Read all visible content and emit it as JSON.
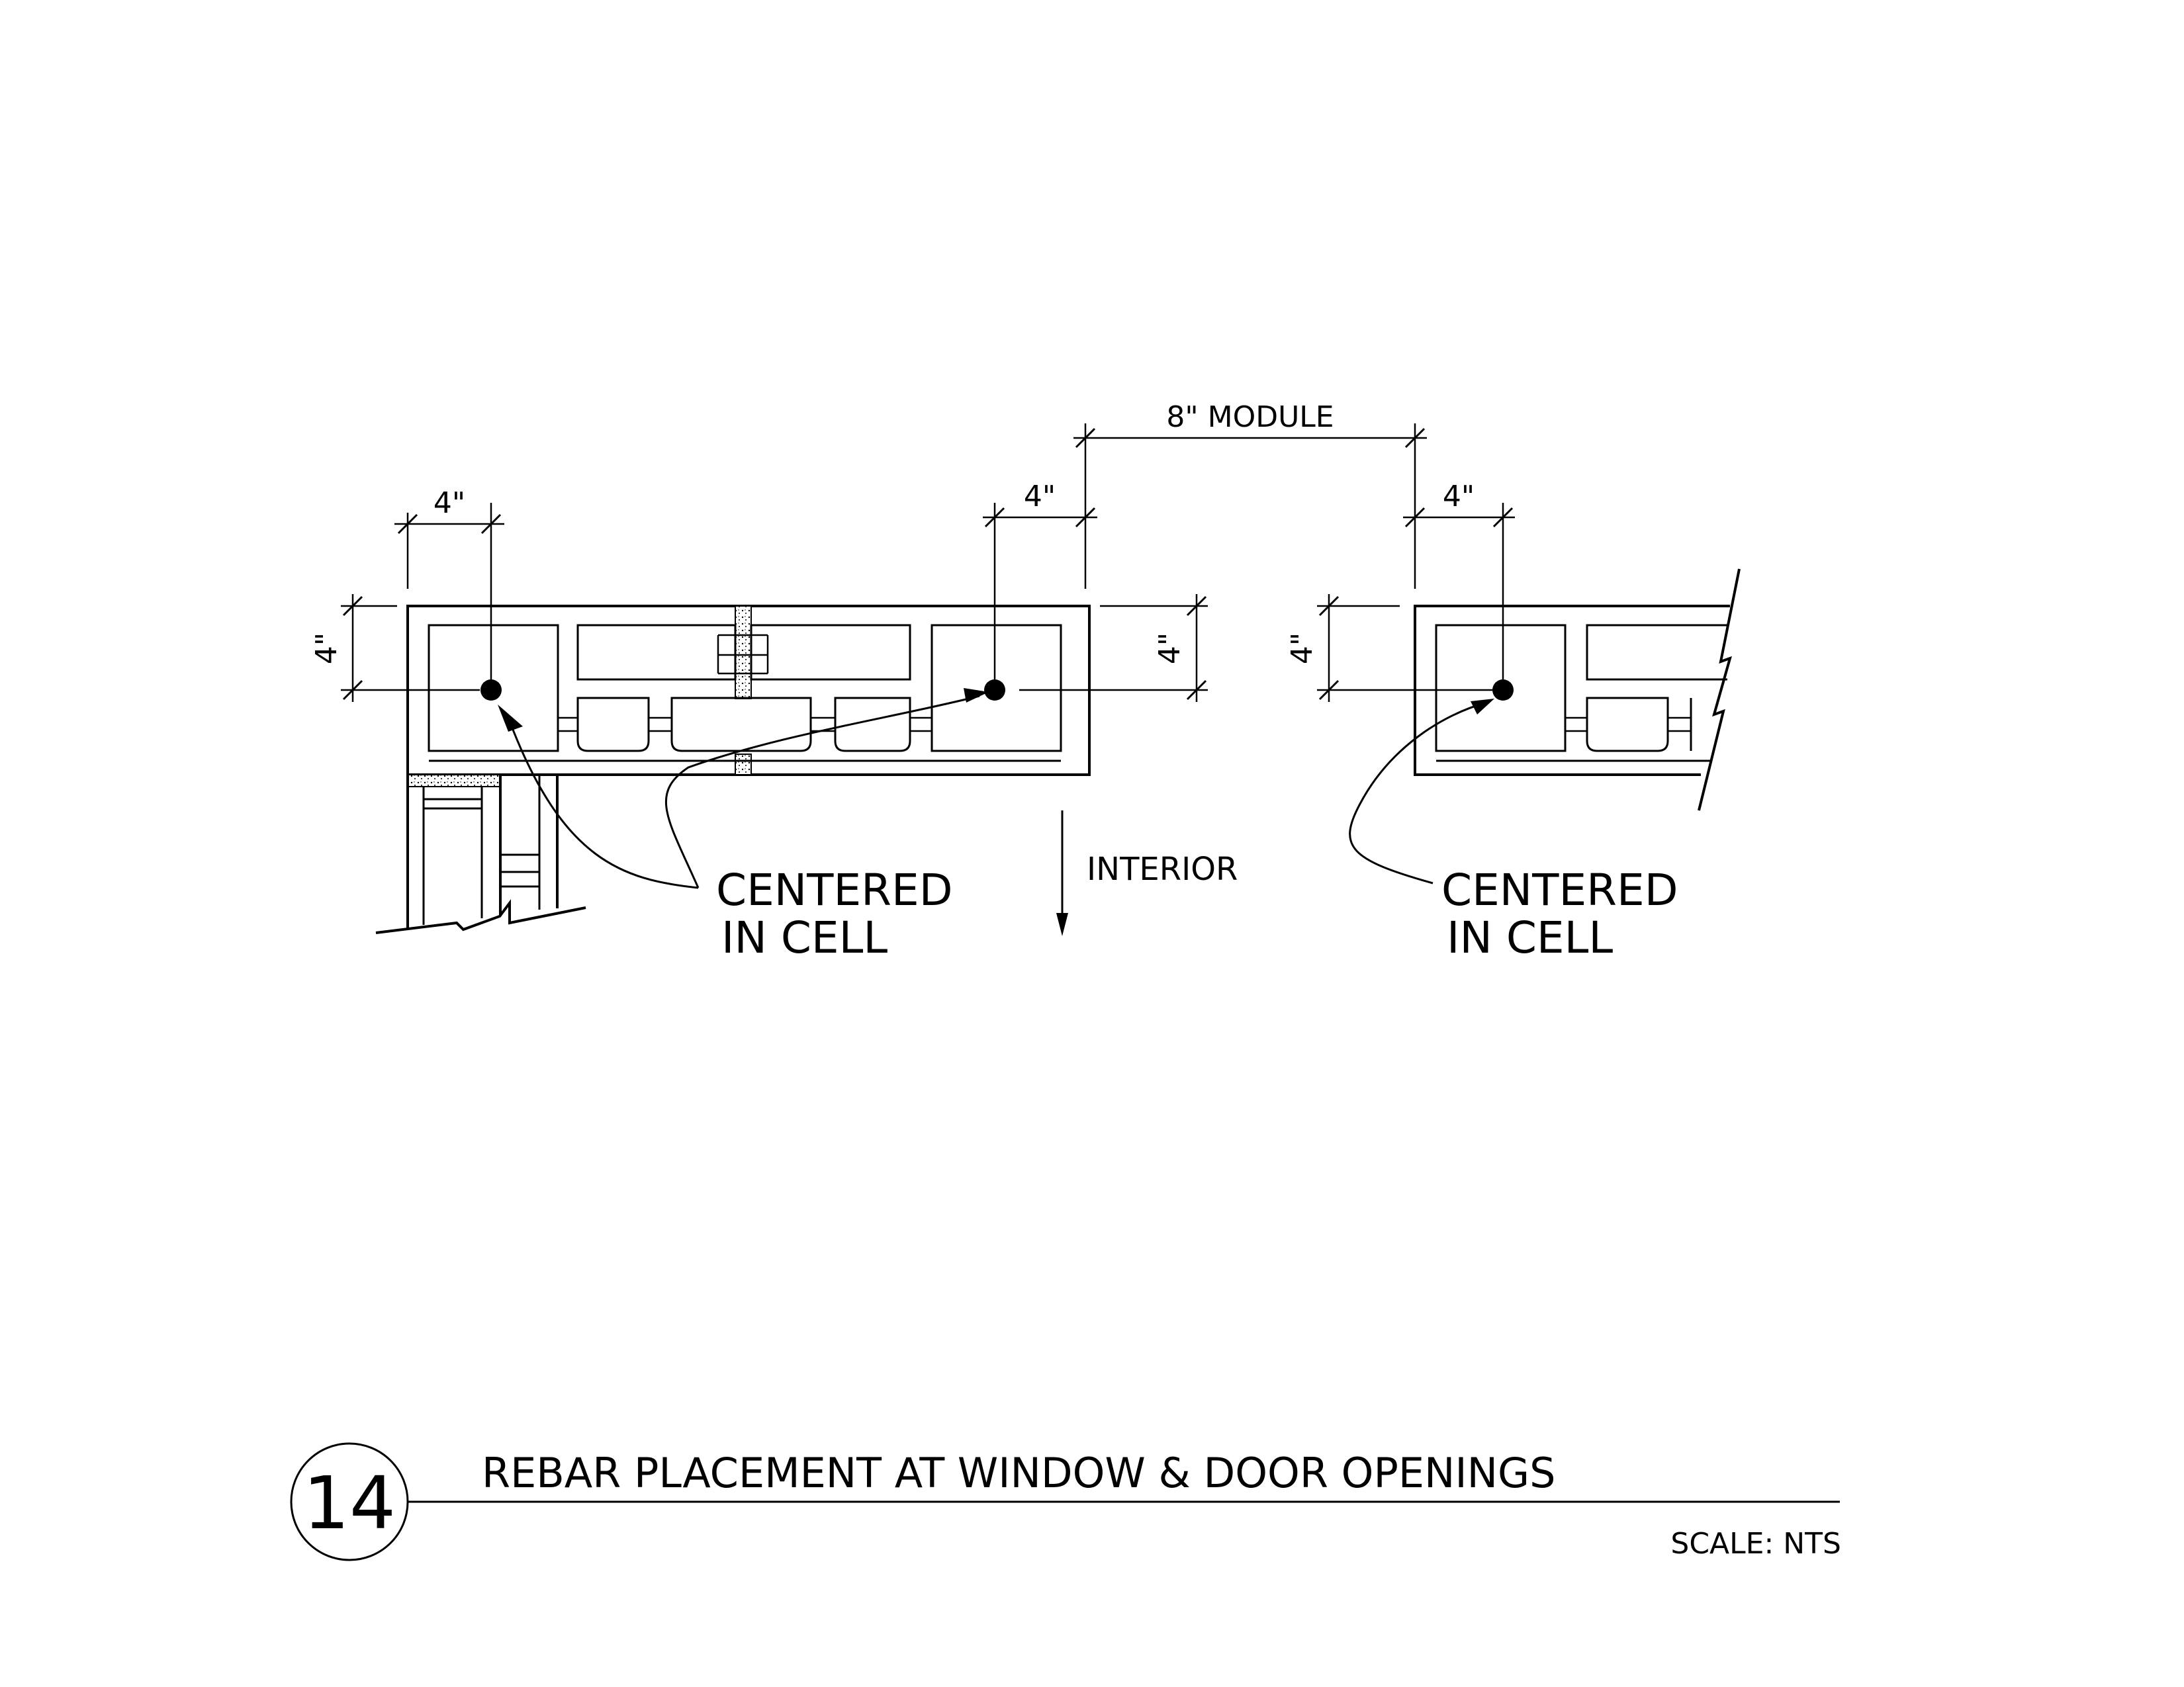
{
  "labels": {
    "dim_module": "8\" MODULE",
    "dim_4_a": "4\"",
    "dim_4_b": "4\"",
    "dim_4_c": "4\"",
    "dim_4_v1": "4\"",
    "dim_4_v2": "4\"",
    "dim_4_v3": "4\"",
    "note_left_line1": "CENTERED",
    "note_left_line2": "IN CELL",
    "note_right_line1": "CENTERED",
    "note_right_line2": "IN CELL",
    "interior": "INTERIOR"
  },
  "title_block": {
    "detail_number": "14",
    "title": "REBAR PLACEMENT AT WINDOW & DOOR OPENINGS",
    "scale": "SCALE: NTS"
  }
}
